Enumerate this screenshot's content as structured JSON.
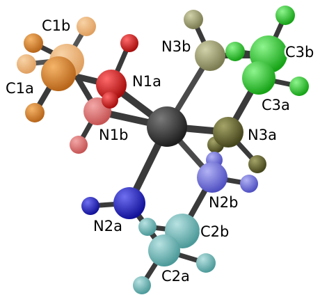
{
  "labels": {
    "c1b": "C1b",
    "c1a": "C1a",
    "n1a": "N1a",
    "n1b": "N1b",
    "n3b": "N3b",
    "c3b": "C3b",
    "c3a": "C3a",
    "n3a": "N3a",
    "n2b": "N2b",
    "n2a": "N2a",
    "c2b": "C2b",
    "c2a": "C2a"
  },
  "colors": {
    "metal": "#303030",
    "carbon1": "#d9832e",
    "nitrogen1a": "#d42020",
    "nitrogen1b": "#d96a6a",
    "nitrogen3b": "#9a9a6c",
    "carbon3": "#2ecb2e",
    "nitrogen3a": "#5f5f2a",
    "nitrogen2b": "#6c6ce0",
    "nitrogen2a": "#2424c8",
    "carbon2": "#6cb8b8",
    "bond": "#3a3a3a"
  }
}
